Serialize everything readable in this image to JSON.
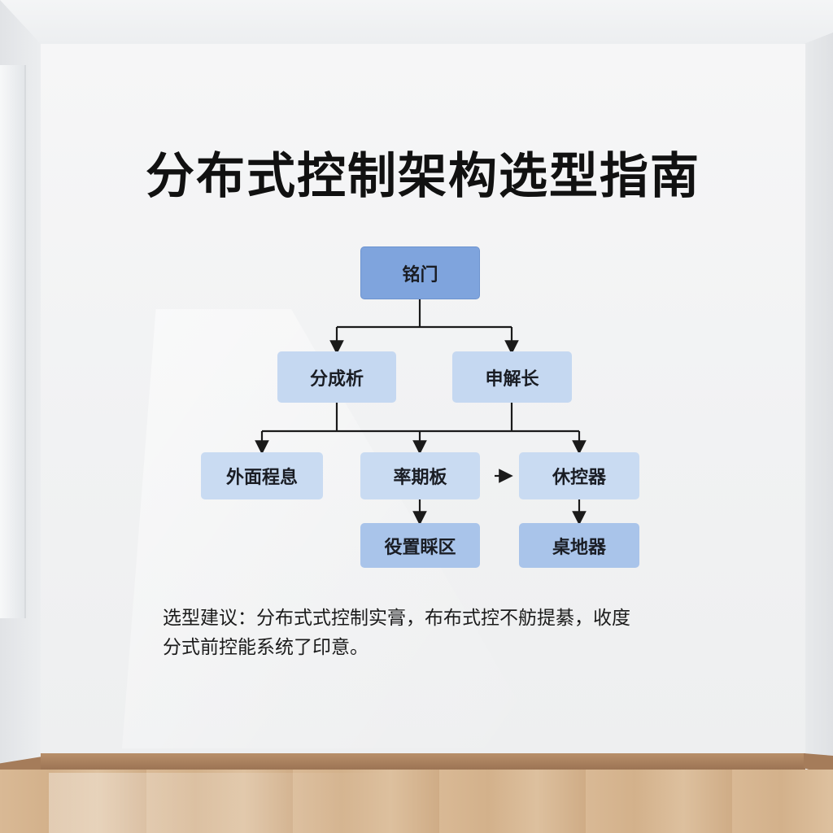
{
  "title": "分布式控制架构选型指南",
  "diagram": {
    "root": "铭门",
    "level1": [
      "分成析",
      "申解长"
    ],
    "level2": [
      "外面程息",
      "率期板",
      "休控器"
    ],
    "level3": [
      "役置睬区",
      "桌地器"
    ]
  },
  "note": {
    "line1": "选型建议：分布式式控制实膏，布布式控不舫提綦，收度",
    "line2": "分式前控能系统了印意。"
  },
  "colors": {
    "root_fill": "#7fa4dd",
    "node_fill": "#c5d8f1",
    "leaf_fill": "#a9c4ea",
    "arrow": "#1a1a1a",
    "baseboard": "#a57c5a"
  }
}
